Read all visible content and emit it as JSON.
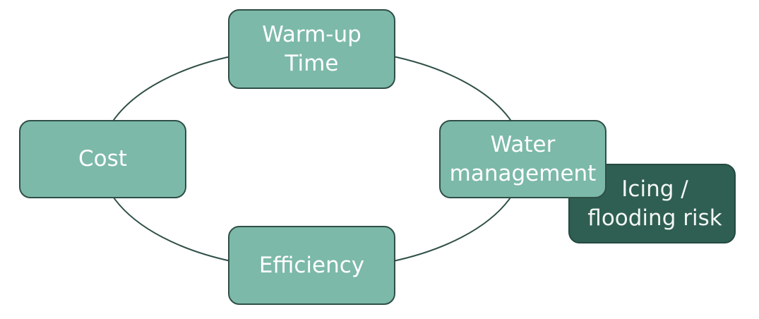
{
  "diagram": {
    "nodes": {
      "warmup": "Warm-up\nTime",
      "cost": "Cost",
      "efficiency": "Efficiency",
      "water": "Water\nmanagement",
      "risk": "Icing /\nflooding risk"
    },
    "colors": {
      "node_fill": "#7cb9a8",
      "node_border": "#2f4f47",
      "risk_fill": "#2f5f52",
      "cycle_stroke": "#2f4f47"
    }
  }
}
